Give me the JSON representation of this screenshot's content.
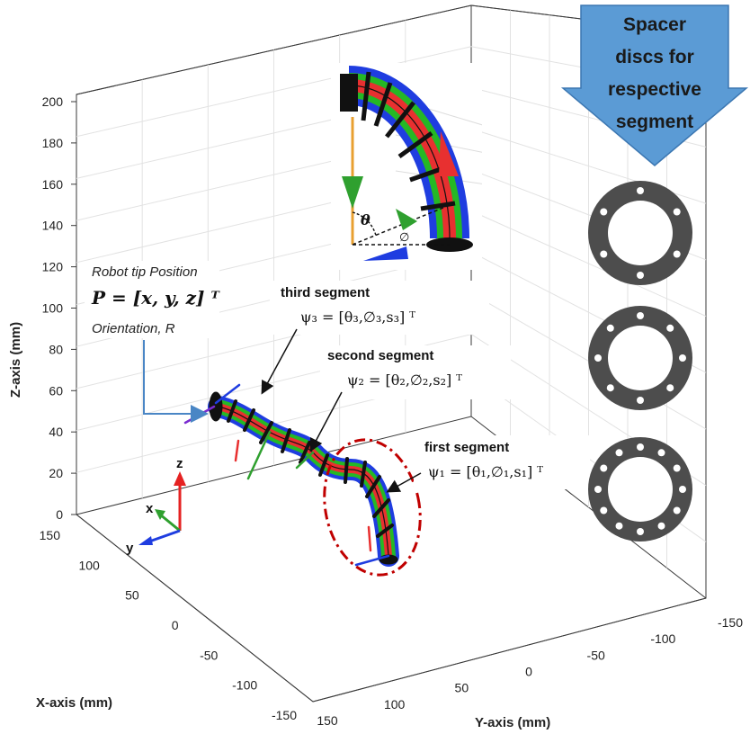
{
  "axes": {
    "z_label": "Z-axis (mm)",
    "x_label": "X-axis (mm)",
    "y_label": "Y-axis (mm)",
    "z_ticks": [
      "0",
      "20",
      "40",
      "60",
      "80",
      "100",
      "120",
      "140",
      "160",
      "180",
      "200"
    ],
    "x_ticks": [
      "150",
      "100",
      "50",
      "0",
      "-50",
      "-100",
      "-150"
    ],
    "y_ticks": [
      "150",
      "100",
      "50",
      "0",
      "-50",
      "-100",
      "-150"
    ]
  },
  "frame_labels": {
    "z": "z",
    "x": "x",
    "y": "y"
  },
  "inset": {
    "theta": "θ",
    "phi": "∅"
  },
  "robot_tip": {
    "title": "Robot tip Position",
    "position_eq": "P = [x, y, z] ᵀ",
    "orientation": "Orientation, R"
  },
  "segments": [
    {
      "label": "third segment",
      "eq": "ψ₃ = [θ₃,∅₃,s₃] ᵀ"
    },
    {
      "label": "second segment",
      "eq": "ψ₂ = [θ₂,∅₂,s₂] ᵀ"
    },
    {
      "label": "first segment",
      "eq": "ψ₁ = [θ₁,∅₁,s₁] ᵀ"
    }
  ],
  "banner": {
    "lines": [
      "Spacer",
      "discs for",
      "respective",
      "segment"
    ]
  },
  "colors": {
    "banner": "#5b9bd5",
    "disc": "#4d4d4d",
    "ellipse": "#c00000",
    "tube": "#e53030"
  }
}
